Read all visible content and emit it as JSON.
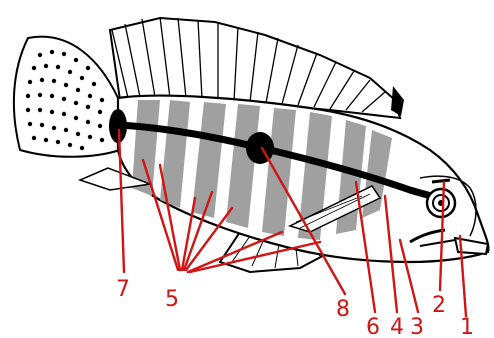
{
  "labels": [
    {
      "id": "1",
      "text": "1"
    },
    {
      "id": "2",
      "text": "2"
    },
    {
      "id": "3",
      "text": "3"
    },
    {
      "id": "4",
      "text": "4"
    },
    {
      "id": "5",
      "text": "5"
    },
    {
      "id": "6",
      "text": "6"
    },
    {
      "id": "7",
      "text": "7"
    },
    {
      "id": "8",
      "text": "8"
    }
  ],
  "colors": {
    "outline": "#000000",
    "body": "#ffffff",
    "bands": "#a0a0a0",
    "annotation": "#d11414"
  }
}
